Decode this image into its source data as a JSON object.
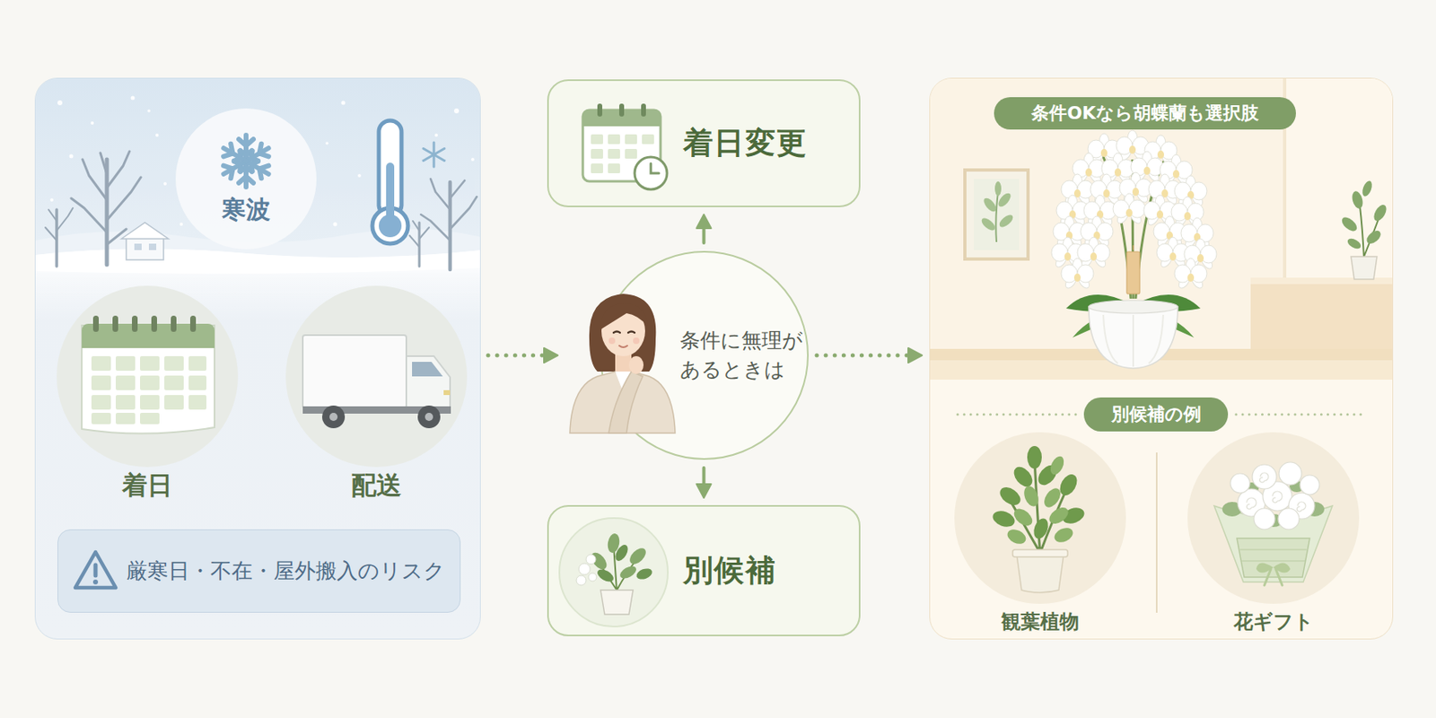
{
  "diagram": {
    "nodes": [
      {
        "text": []
      },
      {
        "text": [
          "寒波"
        ],
        "in": 0
      },
      {
        "text": [
          "着日"
        ],
        "in": 0
      },
      {
        "text": [
          "配送"
        ],
        "in": 0
      },
      {
        "text": [
          "厳寒日・不在・屋外搬入のリスク"
        ],
        "in": 0
      },
      {
        "text": [
          "条件に無理があるときは"
        ]
      },
      {
        "text": [
          "着日変更"
        ]
      },
      {
        "text": [
          "別候補"
        ]
      },
      {
        "text": []
      },
      {
        "text": [
          "条件OKなら胡蝶蘭も選択肢"
        ],
        "in": 8
      },
      {
        "text": [
          "別候補の例"
        ],
        "in": 8
      },
      {
        "text": [
          "観葉植物"
        ],
        "in": 8
      },
      {
        "text": [
          "花ギフト"
        ],
        "in": 8
      }
    ],
    "edges": [
      {
        "from": 0,
        "to": 5,
        "arrow": "to"
      },
      {
        "from": 5,
        "to": 6,
        "arrow": "to"
      },
      {
        "from": 5,
        "to": 7,
        "arrow": "to"
      },
      {
        "from": 5,
        "to": 8,
        "arrow": "to"
      }
    ]
  }
}
